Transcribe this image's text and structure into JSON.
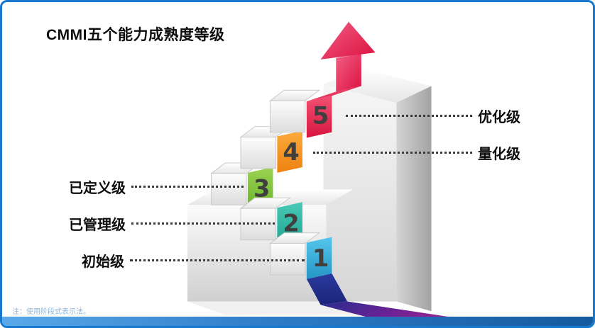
{
  "slide": {
    "title": "CMMI五个能力成熟度等级",
    "note": "注：使用阶段式表示法。"
  },
  "levels": [
    {
      "num": "1",
      "label": "初始级"
    },
    {
      "num": "2",
      "label": "已管理级"
    },
    {
      "num": "3",
      "label": "已定义级"
    },
    {
      "num": "4",
      "label": "量化级"
    },
    {
      "num": "5",
      "label": "优化级"
    }
  ],
  "colors": {
    "frame_blue": "#1778d0",
    "bottom_bar": "#2e7cc8",
    "level1_cyan": "#3fb6e4",
    "level2_teal": "#2fb8a9",
    "level3_green": "#7dc242",
    "level4_orange": "#f7941e",
    "level5_red": "#e8274b",
    "arrow_red": "#dc1140",
    "ribbon_navy": "#233093",
    "ribbon_purple": "#8f2292",
    "step_gray": "#d8d8d8",
    "dotted_line": "#3a3a3a"
  }
}
